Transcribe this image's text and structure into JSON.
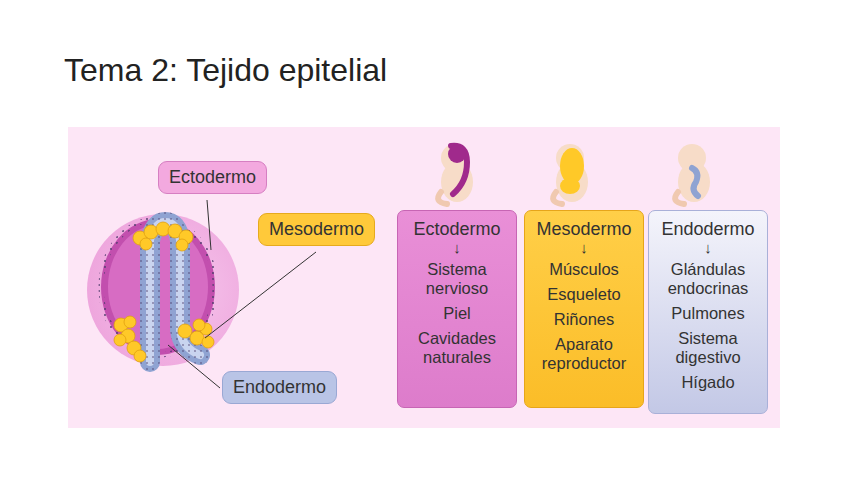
{
  "diagram": {
    "title": "Tema 2: Tejido epitelial",
    "nodes": [
      {
        "text": [
          "Ectodermo"
        ]
      },
      {
        "text": [
          "Mesodermo"
        ]
      },
      {
        "text": [
          "Ectodermo",
          "↓",
          "Sistema nervioso",
          "Piel",
          "Cavidades naturales"
        ]
      },
      {
        "text": [
          "Mesodermo",
          "↓",
          "Músculos",
          "Esqueleto",
          "Riñones",
          "Aparato reproductor"
        ]
      },
      {
        "text": [
          "Endodermo",
          "↓",
          "Glándulas endocrinas",
          "Pulmones",
          "Sistema digestivo",
          "Hígado"
        ]
      },
      {
        "text": [
          "Endodermo"
        ]
      }
    ]
  }
}
